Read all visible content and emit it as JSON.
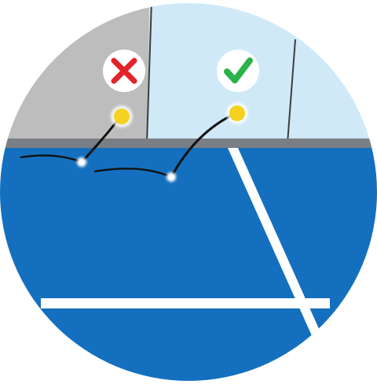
{
  "illustration": {
    "colors": {
      "court_blue": "#1470be",
      "line_white": "#ffffff",
      "wall_gray": "#bdbdbd",
      "wall_light_blue": "#cfe9f7",
      "baseboard_gray": "#7a7f86",
      "panel_divider": "#3d3d3d",
      "ball_yellow": "#f4d21f",
      "trajectory_black": "#111111",
      "cross_red": "#e2232a",
      "check_green": "#2bb34a",
      "badge_white": "#ffffff"
    },
    "markers": [
      {
        "name": "out-marker",
        "meaning": "incorrect",
        "icon": "cross-icon"
      },
      {
        "name": "in-marker",
        "meaning": "correct",
        "icon": "check-icon"
      }
    ]
  }
}
